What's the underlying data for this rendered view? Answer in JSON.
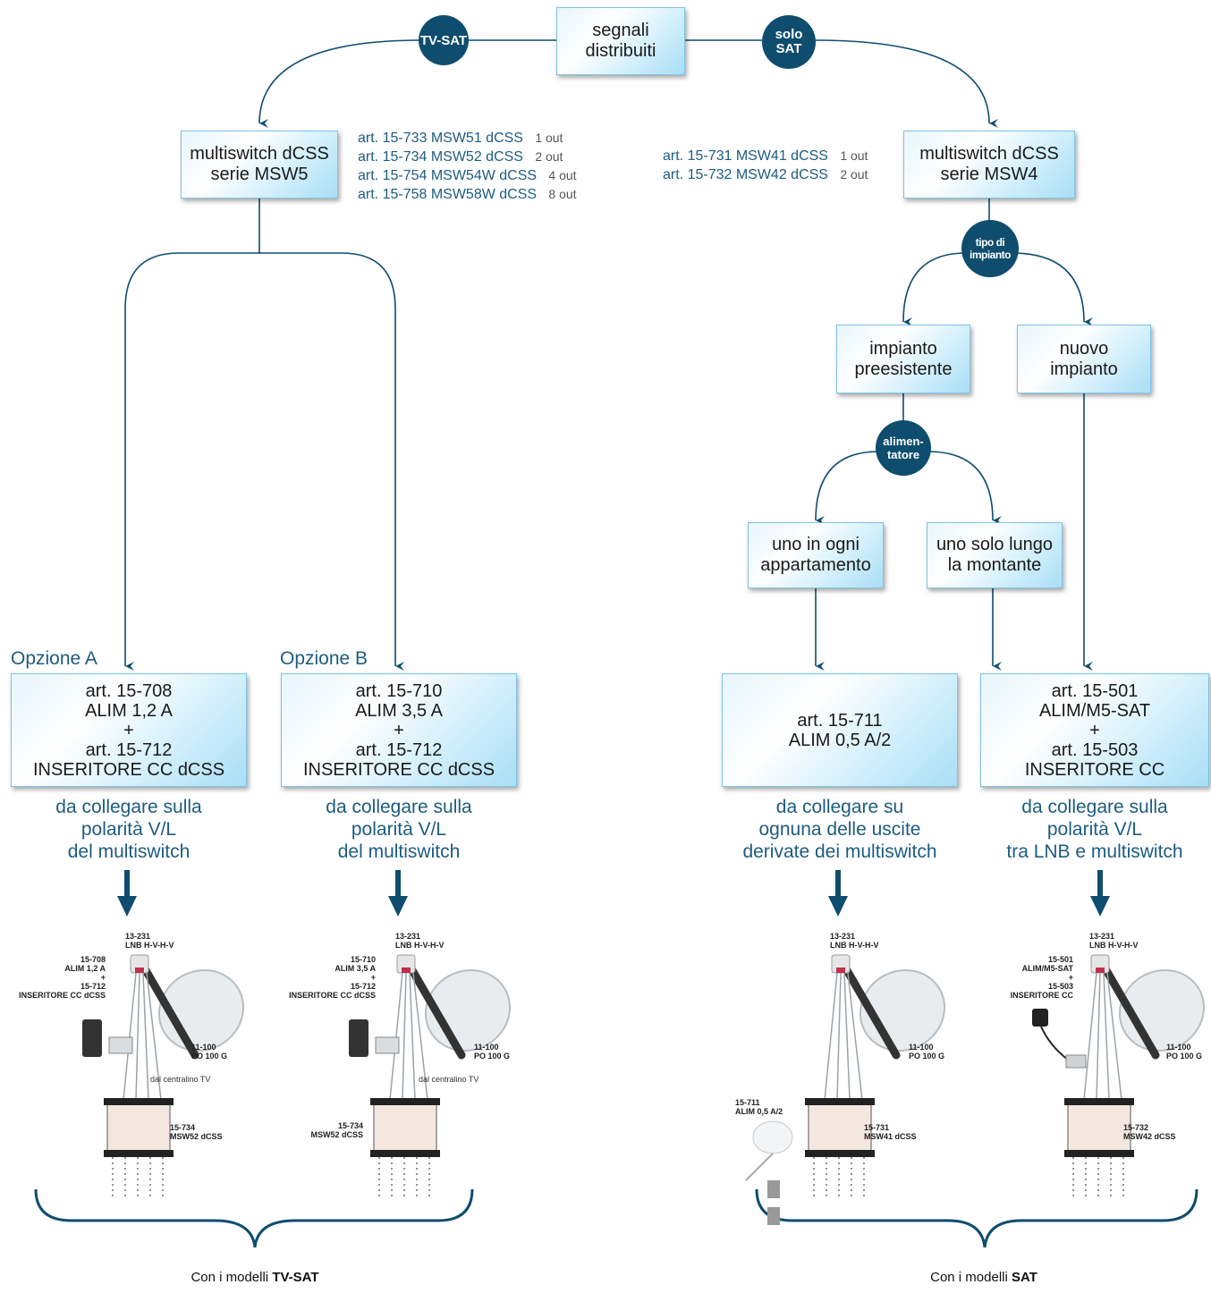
{
  "top": {
    "line1": "segnali",
    "line2": "distribuiti"
  },
  "circles": {
    "tvsat": {
      "l1": "TV-SAT"
    },
    "solosat": {
      "l1": "solo",
      "l2": "SAT"
    },
    "tipo": {
      "l1": "tipo di",
      "l2": "impianto"
    },
    "alim": {
      "l1": "alimen-",
      "l2": "tatore"
    }
  },
  "msw5": {
    "l1": "multiswitch dCSS",
    "l2": "serie MSW5",
    "arts": [
      {
        "code": "art. 15-733  MSW51 dCSS",
        "out": "1 out"
      },
      {
        "code": "art. 15-734  MSW52 dCSS",
        "out": "2 out"
      },
      {
        "code": "art. 15-754  MSW54W dCSS",
        "out": "4 out"
      },
      {
        "code": "art. 15-758  MSW58W dCSS",
        "out": "8 out"
      }
    ]
  },
  "msw4": {
    "l1": "multiswitch dCSS",
    "l2": "serie MSW4",
    "arts": [
      {
        "code": "art. 15-731  MSW41 dCSS",
        "out": "1 out"
      },
      {
        "code": "art. 15-732  MSW42 dCSS",
        "out": "2 out"
      }
    ]
  },
  "impianto_pre": {
    "l1": "impianto",
    "l2": "preesistente"
  },
  "impianto_nuovo": {
    "l1": "nuovo",
    "l2": "impianto"
  },
  "uno_ogni": {
    "l1": "uno in ogni",
    "l2": "appartamento"
  },
  "uno_solo": {
    "l1": "uno solo lungo",
    "l2": "la montante"
  },
  "optA": {
    "label": "Opzione A",
    "l1": "art. 15-708",
    "l2": "ALIM 1,2 A",
    "l3": "+",
    "l4": "art. 15-712",
    "l5": "INSERITORE CC dCSS",
    "note1": "da collegare sulla",
    "note2": "polarità V/L",
    "note3": "del multiswitch"
  },
  "optB": {
    "label": "Opzione B",
    "l1": "art. 15-710",
    "l2": "ALIM 3,5 A",
    "l3": "+",
    "l4": "art. 15-712",
    "l5": "INSERITORE CC dCSS",
    "note1": "da collegare sulla",
    "note2": "polarità V/L",
    "note3": "del multiswitch"
  },
  "optC": {
    "l1": "art. 15-711",
    "l2": "ALIM 0,5 A/2",
    "note1": "da collegare su",
    "note2": "ognuna delle uscite",
    "note3": "derivate dei multiswitch"
  },
  "optD": {
    "l1": "art. 15-501",
    "l2": "ALIM/M5-SAT",
    "l3": "+",
    "l4": "art. 15-503",
    "l5": "INSERITORE CC",
    "note1": "da collegare sulla",
    "note2": "polarità V/L",
    "note3": "tra LNB e multiswitch"
  },
  "illus": {
    "lnb": [
      "13-231",
      "LNB H-V-H-V"
    ],
    "dish": [
      "11-100",
      "PO 100 G"
    ],
    "centralino": "dal centralino TV",
    "a_alim": [
      "15-708",
      "ALIM 1,2 A",
      "+",
      "15-712",
      "INSERITORE CC dCSS"
    ],
    "a_msw": [
      "15-734",
      "MSW52 dCSS"
    ],
    "b_alim": [
      "15-710",
      "ALIM 3,5 A",
      "+",
      "15-712",
      "INSERITORE CC dCSS"
    ],
    "b_msw": [
      "15-734",
      "MSW52 dCSS"
    ],
    "c_alim": [
      "15-711",
      "ALIM 0,5 A/2"
    ],
    "c_msw": [
      "15-731",
      "MSW41 dCSS"
    ],
    "d_alim": [
      "15-501",
      "ALIM/M5-SAT",
      "+",
      "15-503",
      "INSERITORE CC"
    ],
    "d_msw": [
      "15-732",
      "MSW42 dCSS"
    ]
  },
  "footer": {
    "left_pre": "Con i modelli ",
    "left_bold": "TV-SAT",
    "right_pre": "Con i modelli ",
    "right_bold": "SAT"
  },
  "colors": {
    "line": "#0f4d6e",
    "circle": "#0f4d6e",
    "text_blue": "#1d5c80"
  }
}
